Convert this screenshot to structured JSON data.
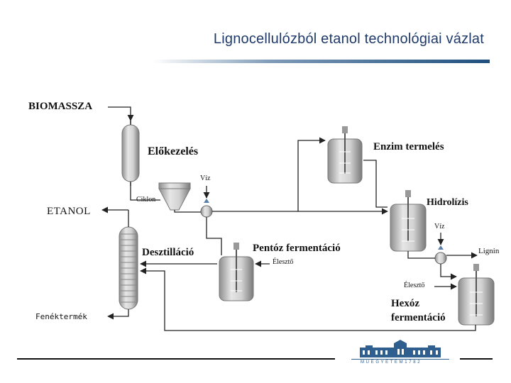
{
  "title": "Lignocellulózból etanol technológiai vázlat",
  "labels": {
    "biomassza": "BIOMASSZA",
    "elokezeles": "Előkezelés",
    "viz1": "Víz",
    "ciklon": "Ciklon",
    "etanol": "ETANOL",
    "desztillacio": "Desztilláció",
    "enzim": "Enzim termelés",
    "hidrolizis": "Hidrolízis",
    "viz2": "Víz",
    "lignin": "Lignin",
    "pentoz": "Pentóz fermentáció",
    "eleszto1": "Élesztő",
    "eleszto2": "Élesztő",
    "hexoz_line1": "Hexóz",
    "hexoz_line2": "fermentáció",
    "fenektermek": "Fenéktermék"
  },
  "logo": {
    "caption": "M Ű E G Y E T E M   1 7 8 2"
  },
  "colors": {
    "title": "#1f3a6a",
    "accent": "#1e4f7e",
    "vessel": "#c9c9c9"
  }
}
